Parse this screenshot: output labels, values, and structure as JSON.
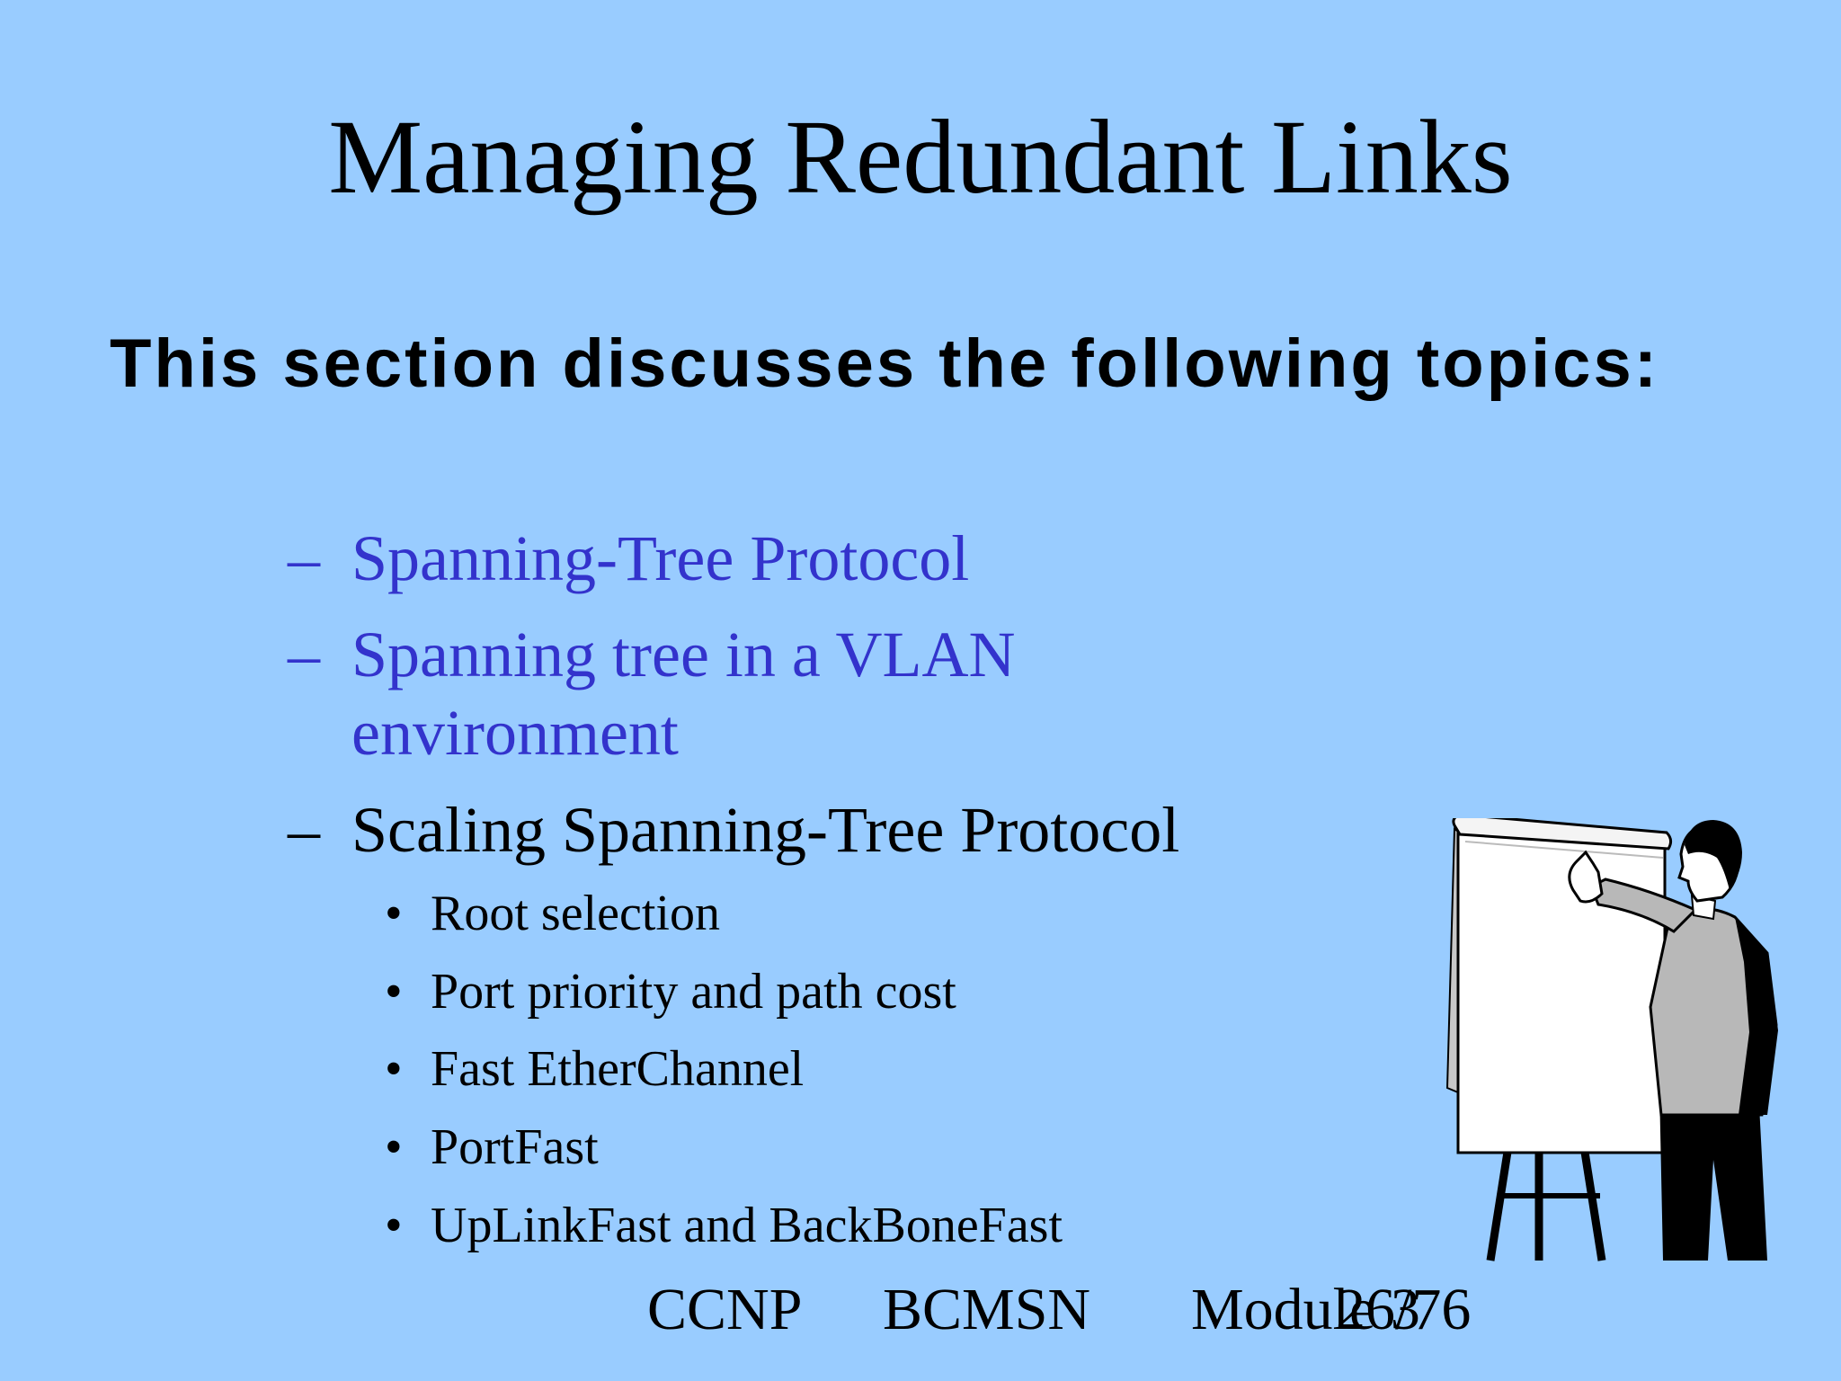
{
  "slide": {
    "title": "Managing Redundant Links",
    "subtitle": "This section discusses the following topics:",
    "topics": [
      {
        "marker": "–",
        "text": "Spanning-Tree Protocol"
      },
      {
        "marker": "–",
        "text": "Spanning tree in a VLAN",
        "continuation": "environment"
      },
      {
        "marker": "–",
        "text": "Scaling Spanning-Tree Protocol"
      }
    ],
    "subtopics": [
      {
        "marker": "•",
        "text": "Root selection"
      },
      {
        "marker": "•",
        "text": "Port priority and path cost"
      },
      {
        "marker": "•",
        "text": "Fast EtherChannel"
      },
      {
        "marker": "•",
        "text": "PortFast"
      },
      {
        "marker": "•",
        "text": "UpLinkFast and BackBoneFast"
      }
    ],
    "footer": {
      "course": "CCNP",
      "subject": "BCMSN",
      "module": "Module 3",
      "page_number": "26",
      "page_total": "/76"
    },
    "colors": {
      "background": "#99ccff",
      "highlight_text": "#3333cc",
      "text": "#000000"
    },
    "illustration": "presenter-at-flipchart-icon"
  }
}
